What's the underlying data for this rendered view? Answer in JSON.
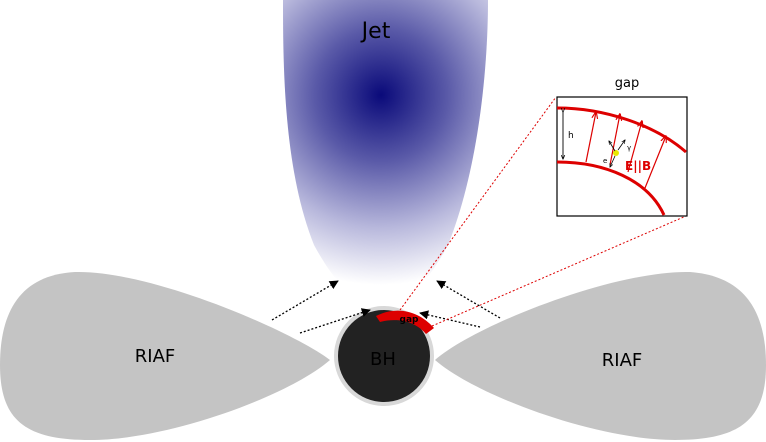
{
  "labels": {
    "jet": "Jet",
    "black_hole": "BH",
    "riaf_left": "RIAF",
    "riaf_right": "RIAF",
    "gap_small": "gap",
    "inset_title": "gap",
    "gap_height": "h",
    "field_relation": "E||B",
    "photon": "γ",
    "electron": "e"
  },
  "colors": {
    "jet_core": "#0a0a7a",
    "riaf_fill": "#c4c4c4",
    "black_hole_fill": "#222222",
    "gap_red": "#dd0000",
    "particle_yellow": "#e8e800",
    "arrow_black": "#000000"
  }
}
